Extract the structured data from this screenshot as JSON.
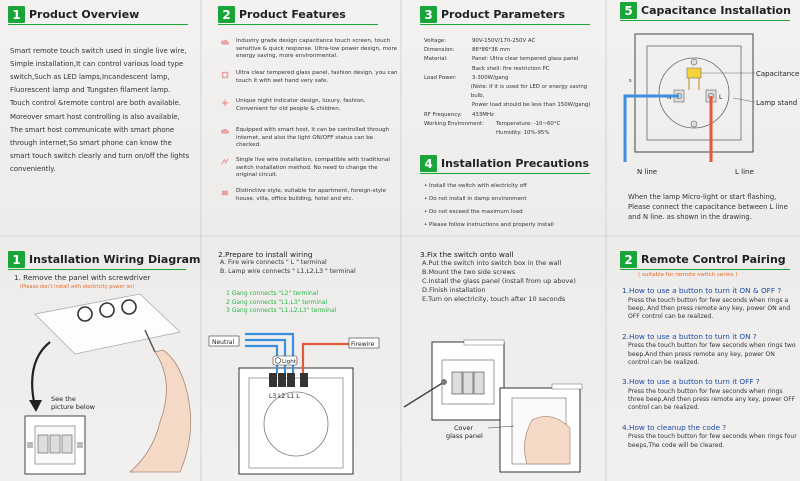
{
  "overview": {
    "num": "1",
    "title": "Product Overview",
    "body": "Smart remote touch switch used in single live wire, Simple installation,It can control various load type switch,Such as LED lamps,Incandescent lamp, Fluorescent lamp and Tungsten filament lamp. Touch control &remote control are both available. Moreover smart host controlling is also available, The smart host communicate with smart phone through internet,So smart phone can know the smart touch switch clearly and turn on/off the lights conveniently."
  },
  "features": {
    "num": "2",
    "title": "Product Features",
    "items": [
      {
        "icon": "cloud-icon",
        "text": "Industry grade design capacitance touch screen, touch sensitive & quick response. Ultra-low power design, more energy saving, more environmental."
      },
      {
        "icon": "glass-panel-icon",
        "text": "Ultra clear tempered glass panel, fashion design. you can touch it with wet hand very safe."
      },
      {
        "icon": "sun-icon",
        "text": "Unique night indicator design, luxury, fashion. Convenient for old people & children."
      },
      {
        "icon": "cloud-icon",
        "text": "Equipped with smart host, it can be controlled through internet, and also the light ON/OFF status can be checked."
      },
      {
        "icon": "wire-icon",
        "text": "Single live wire installation, compatible with traditional switch  installation method. No need to change the original circuit."
      },
      {
        "icon": "tag-icon",
        "text": "Distinctive style, suitable for apartment, foreign-style house, villa, office building, hotel and etc."
      }
    ]
  },
  "parameters": {
    "num": "3",
    "title": "Product Parameters",
    "rows": [
      {
        "k": "Voltage:",
        "v": "90V-150V/170-250V AC"
      },
      {
        "k": "Dimension:",
        "v": "86*86*36 mm"
      },
      {
        "k": "Material:",
        "v": "Panel: Ultra clear tempered glass panel"
      },
      {
        "k": "",
        "v": "Back shell: fire restriction PC"
      },
      {
        "k": "Load Power:",
        "v": "3-300W/gang"
      },
      {
        "k": "",
        "v": "(Note: If it is used for LED or energy saving bulb,"
      },
      {
        "k": "",
        "v": "Power load should be less than 150W/gang)"
      },
      {
        "k": "RF Frequency:",
        "v": "433MHz"
      },
      {
        "k": "Working Environment:",
        "v": "Temperature: -10~60°C"
      },
      {
        "k": "",
        "v": "Humidity: 10%-95%"
      }
    ]
  },
  "precautions": {
    "num": "4",
    "title": "Installation Precautions",
    "items": [
      "Install the switch with electricity off",
      "Do not install in damp environment",
      "Do not exceed the maximum load",
      "Please follow instructions and properly install"
    ]
  },
  "capacitance": {
    "num": "5",
    "title": "Capacitance Installation",
    "label_capacitance": "Capacitance",
    "label_lampstand": "Lamp stand",
    "label_nline": "N line",
    "label_lline": "L line",
    "label_n": "N",
    "label_l": "L",
    "body": "When the lamp Micro-light or start flashing, Please connect the capacitance between L line and N line. as shown in the drawing."
  },
  "wiring": {
    "num": "1",
    "title": "Installation Wiring Diagram",
    "step1": "1. Remove the panel with screwdriver",
    "step1_note": "(Please don't  install with electricity power on)",
    "see": "See the",
    "picture": "picture below"
  },
  "prepare": {
    "title": "2.Prepare to install wiring",
    "a": "A. Fire wire connects \" L \" terminal",
    "b": "B. Lamp wire connects  \" L1,L2,L3 \" terminal",
    "g1": "1 Gang connects \"L2\" terminal",
    "g2": "2 Gang connects \"L1,L3\" terminal",
    "g3": "3 Gang connects \"L1,L2,L3\" terminal",
    "neutral": "Neutral",
    "firewire": "Firewire",
    "light": "Light",
    "terminals": "L3 L2 L1  L"
  },
  "fix": {
    "title": "3.Fix the switch onto wall",
    "a": "A.Put the switch into switch box in the wall",
    "b": "B.Mount the two side screws",
    "c": "C.Install the glass panel (install from up above)",
    "d": "D.Finish installation",
    "e": "E.Turn on electricity, touch after 10 seconds",
    "cover1": "Cover",
    "cover2": "glass panel"
  },
  "remote": {
    "num": "2",
    "title": "Remote Control Pairing",
    "subtitle": "( suitable for remote switch series )",
    "q1": "1.How to use a button to turn it ON & OFF ?",
    "a1": "Press the touch button for few seconds when rings a beep, And then press remote any key, power ON and OFF control can be realized.",
    "q2": "2.How to use a button to turn it ON ?",
    "a2": "Press the touch button for few seconds when rings two beep,And then press remote any key, power ON control can be realized.",
    "q3": "3.How to use a button to turn it OFF ?",
    "a3": "Press the touch button for few seconds when rings three beep,And then press remote any key, power OFF control can be realized.",
    "q4": "4.How to cleanup the code ?",
    "a4": "Press the touch button for few seconds when rings four beeps,The code will be cleared."
  },
  "colors": {
    "green": "#1aa53a",
    "blue_wire": "#3b8fe0",
    "red_wire": "#e2583a",
    "orange_note": "#e86a2a"
  }
}
